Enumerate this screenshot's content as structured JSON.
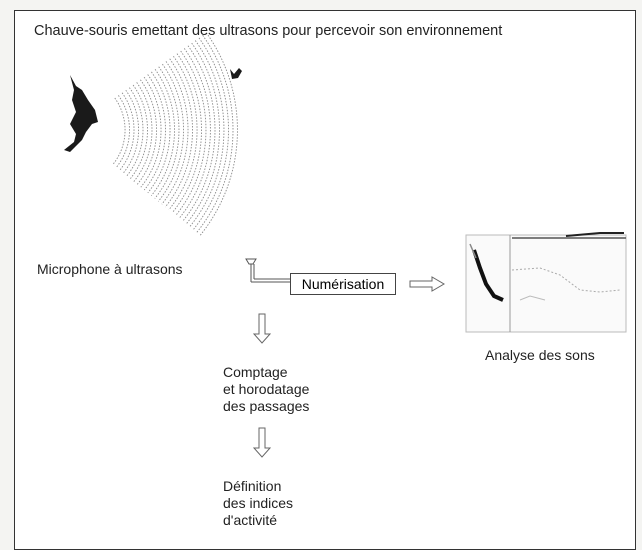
{
  "title": "Chauve-souris emettant des ultrasons pour percevoir son environnement",
  "microphone_label": "Microphone à ultrasons",
  "digitization_label": "Numérisation",
  "sound_analysis_label": "Analyse des sons",
  "counting_label": [
    "Comptage",
    "et horodatage",
    "des passages"
  ],
  "index_label": [
    "Définition",
    "des indices",
    "d'activité"
  ]
}
